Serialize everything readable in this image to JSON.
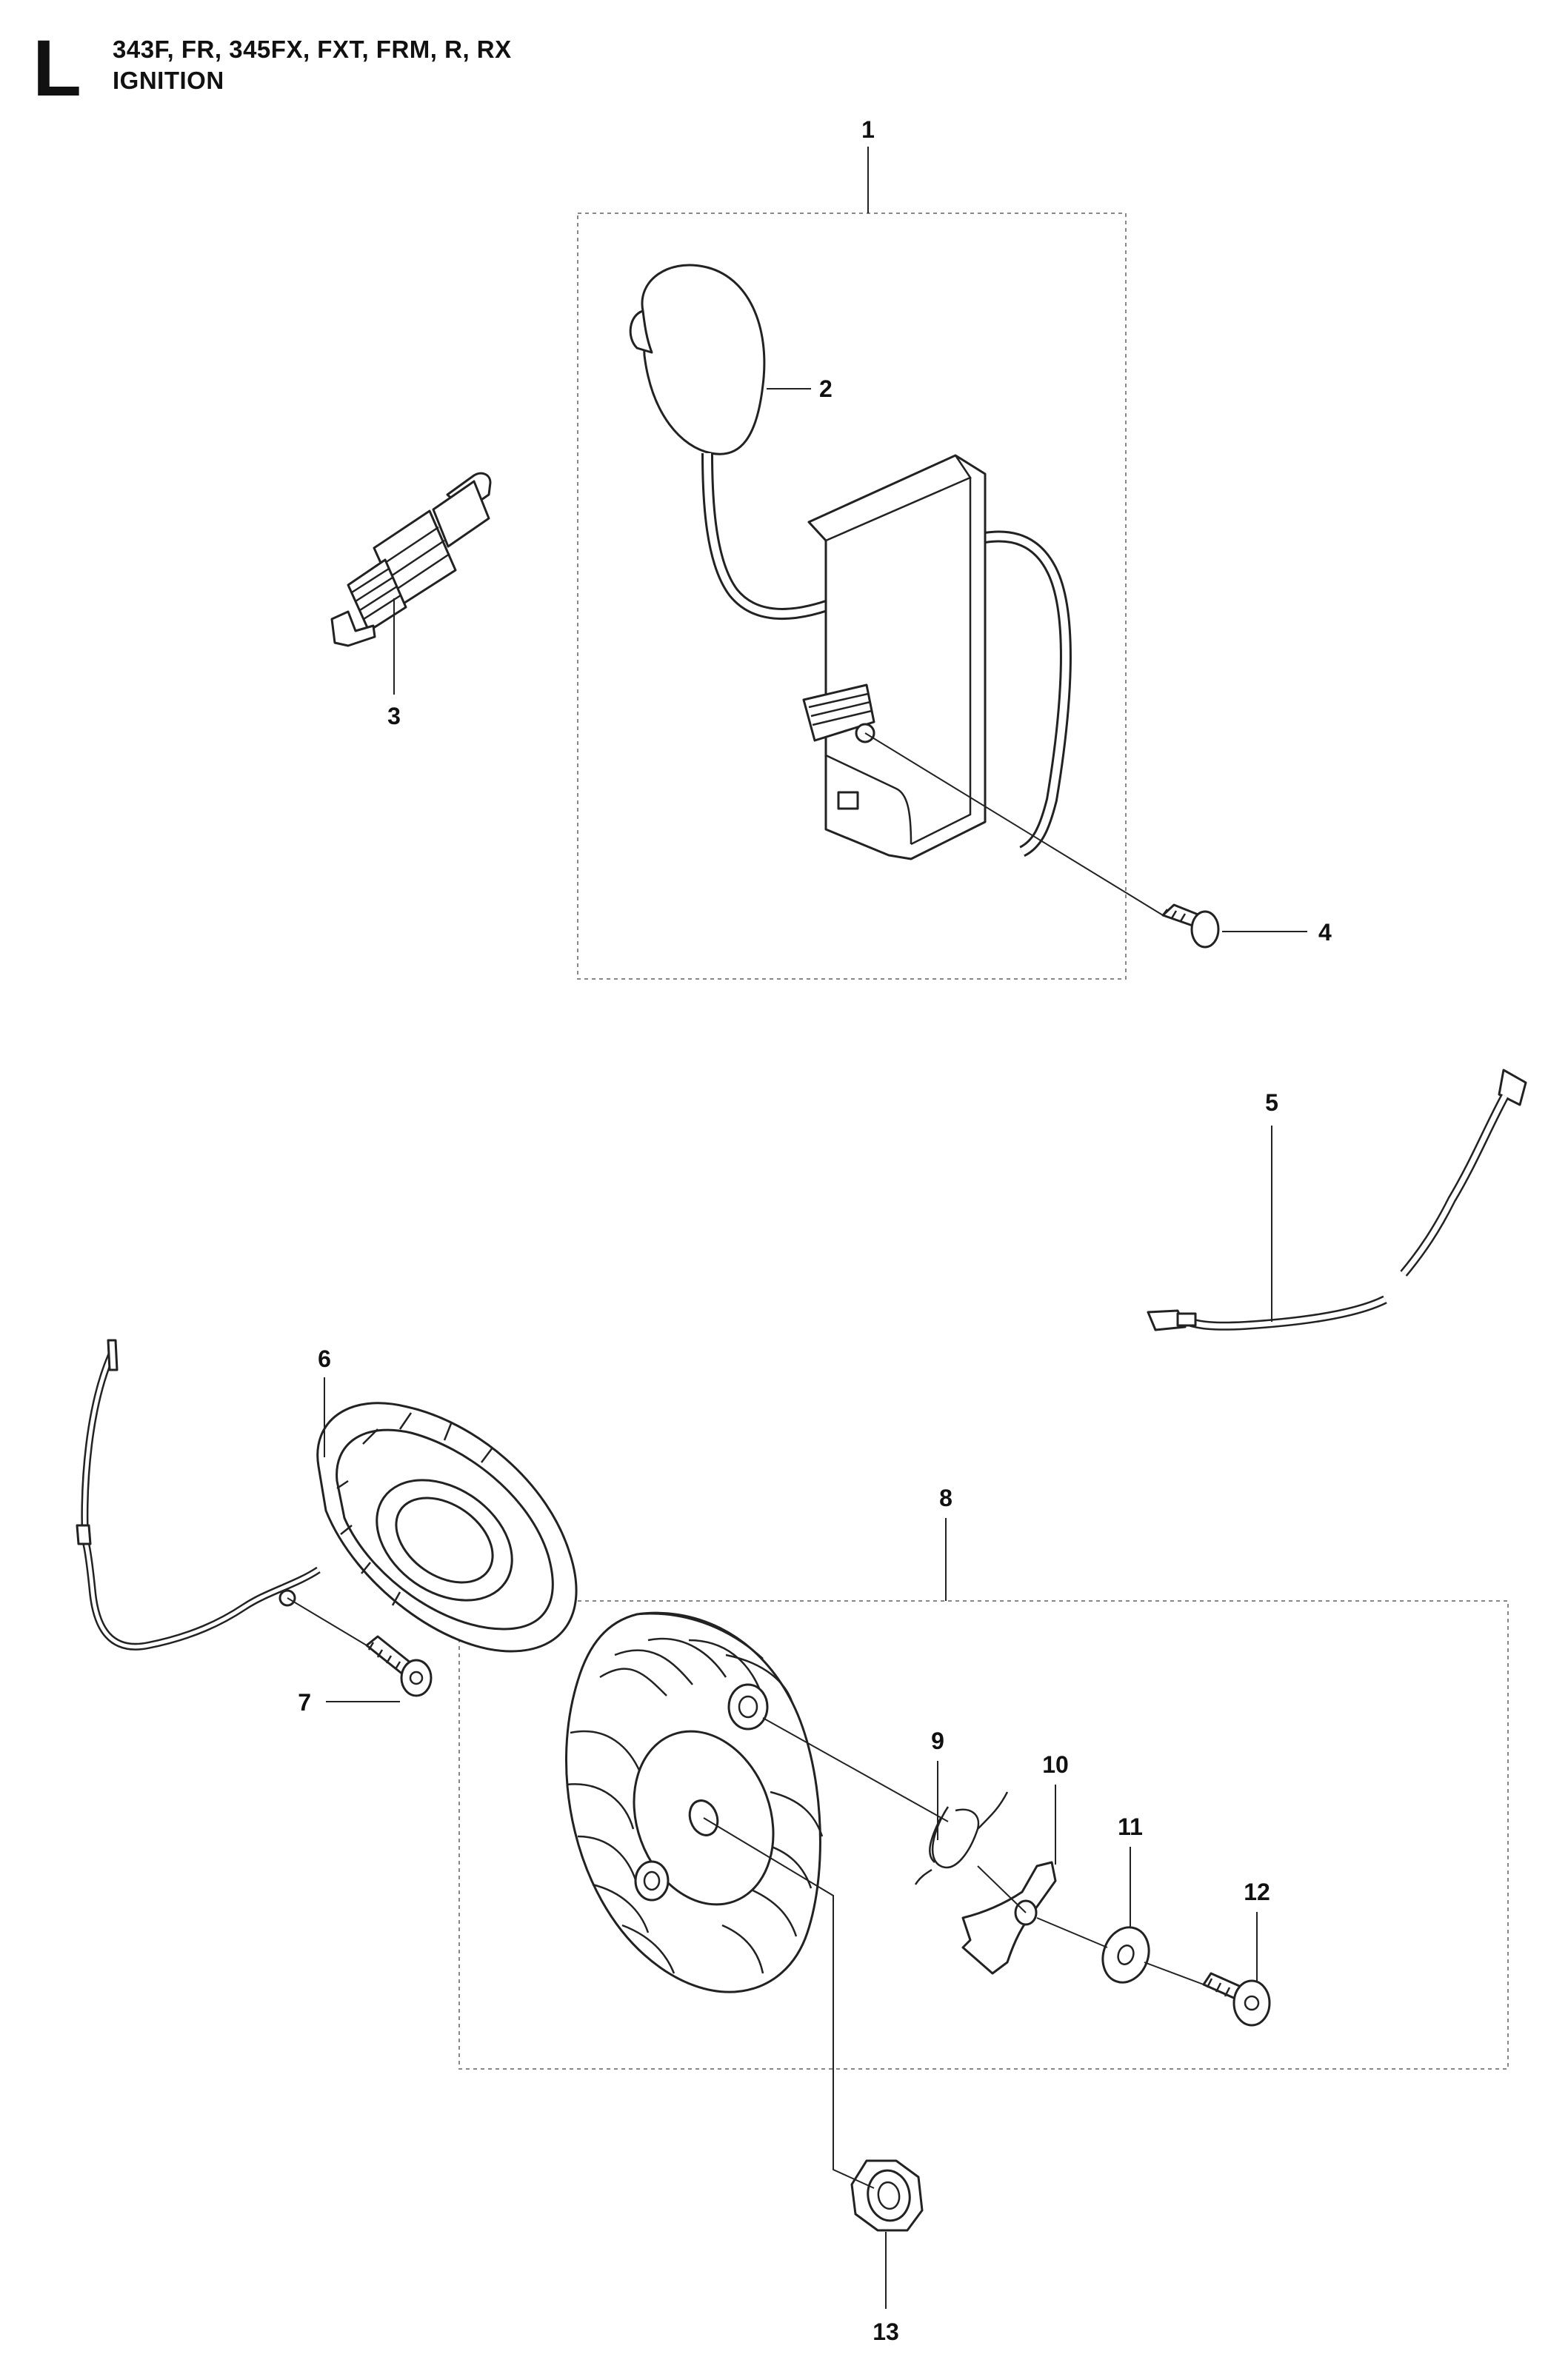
{
  "header": {
    "section_letter": "L",
    "models": "343F, FR, 345FX, FXT, FRM, R, RX",
    "title": "IGNITION"
  },
  "callouts": [
    "1",
    "2",
    "3",
    "4",
    "5",
    "6",
    "7",
    "8",
    "9",
    "10",
    "11",
    "12",
    "13"
  ]
}
